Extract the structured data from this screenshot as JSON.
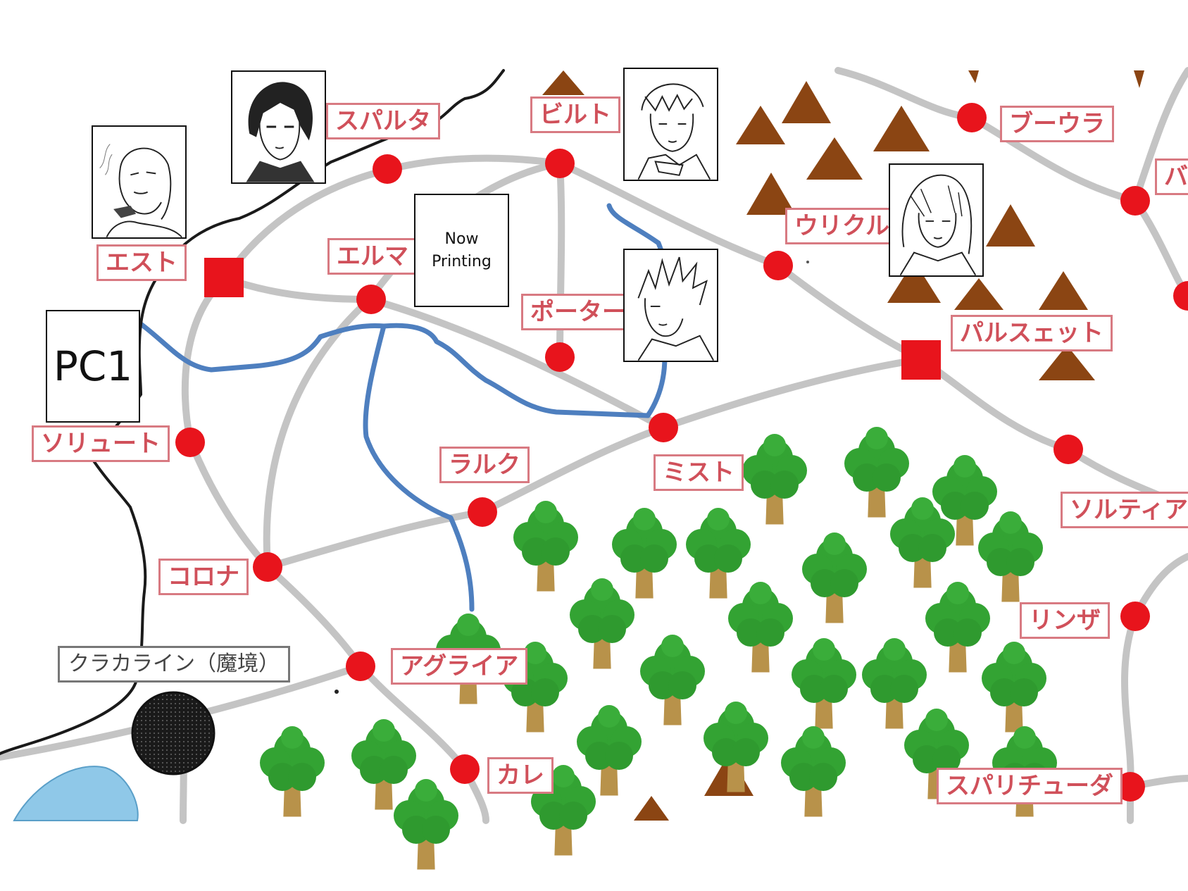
{
  "map": {
    "places": [
      {
        "id": "est",
        "name": "エスト",
        "type": "city"
      },
      {
        "id": "sparta",
        "name": "スパルタ",
        "type": "town"
      },
      {
        "id": "bilt",
        "name": "ビルト",
        "type": "town"
      },
      {
        "id": "buura",
        "name": "ブーウラ",
        "type": "town"
      },
      {
        "id": "urikuru",
        "name": "ウリクル",
        "type": "town"
      },
      {
        "id": "eruma",
        "name": "エルマ",
        "type": "town"
      },
      {
        "id": "porter",
        "name": "ポーター",
        "type": "town"
      },
      {
        "id": "parsuetto",
        "name": "パルスェット",
        "type": "city"
      },
      {
        "id": "solute",
        "name": "ソリュート",
        "type": "town"
      },
      {
        "id": "raruku",
        "name": "ラルク",
        "type": "town"
      },
      {
        "id": "misuto",
        "name": "ミスト",
        "type": "town"
      },
      {
        "id": "sorutia",
        "name": "ソルティア",
        "type": "town"
      },
      {
        "id": "korona",
        "name": "コロナ",
        "type": "town"
      },
      {
        "id": "rinza",
        "name": "リンザ",
        "type": "town"
      },
      {
        "id": "aguraia",
        "name": "アグライア",
        "type": "town"
      },
      {
        "id": "kare",
        "name": "カレ",
        "type": "town"
      },
      {
        "id": "suparichuuda",
        "name": "スパリチューダ",
        "type": "town"
      },
      {
        "id": "edge_ba",
        "name": "バ",
        "type": "town"
      }
    ],
    "region_label": "クラカライン（魔境）",
    "now_printing": {
      "line1": "Now",
      "line2": "Printing"
    },
    "pc_token": "PC1",
    "colors": {
      "town_marker": "#e8141c",
      "label_text": "#d0505a",
      "label_border": "#d87a82",
      "road": "#c4c4c4",
      "river": "#4e7fbf",
      "border_line": "#1a1a1a",
      "mountain": "#8b4513",
      "tree_foliage": "#33a333",
      "tree_trunk": "#b8924a",
      "lake": "#8fc8e8",
      "dark_portal": "#1a1a1a"
    },
    "portraits": [
      {
        "id": "portrait-elder",
        "subject": "old-man-with-pipe"
      },
      {
        "id": "portrait-sparta",
        "subject": "dark-haired-youth"
      },
      {
        "id": "portrait-bilt",
        "subject": "youth-with-scarf"
      },
      {
        "id": "portrait-urikuru",
        "subject": "long-haired-youth"
      },
      {
        "id": "portrait-porter",
        "subject": "spiky-haired-youth"
      }
    ]
  }
}
